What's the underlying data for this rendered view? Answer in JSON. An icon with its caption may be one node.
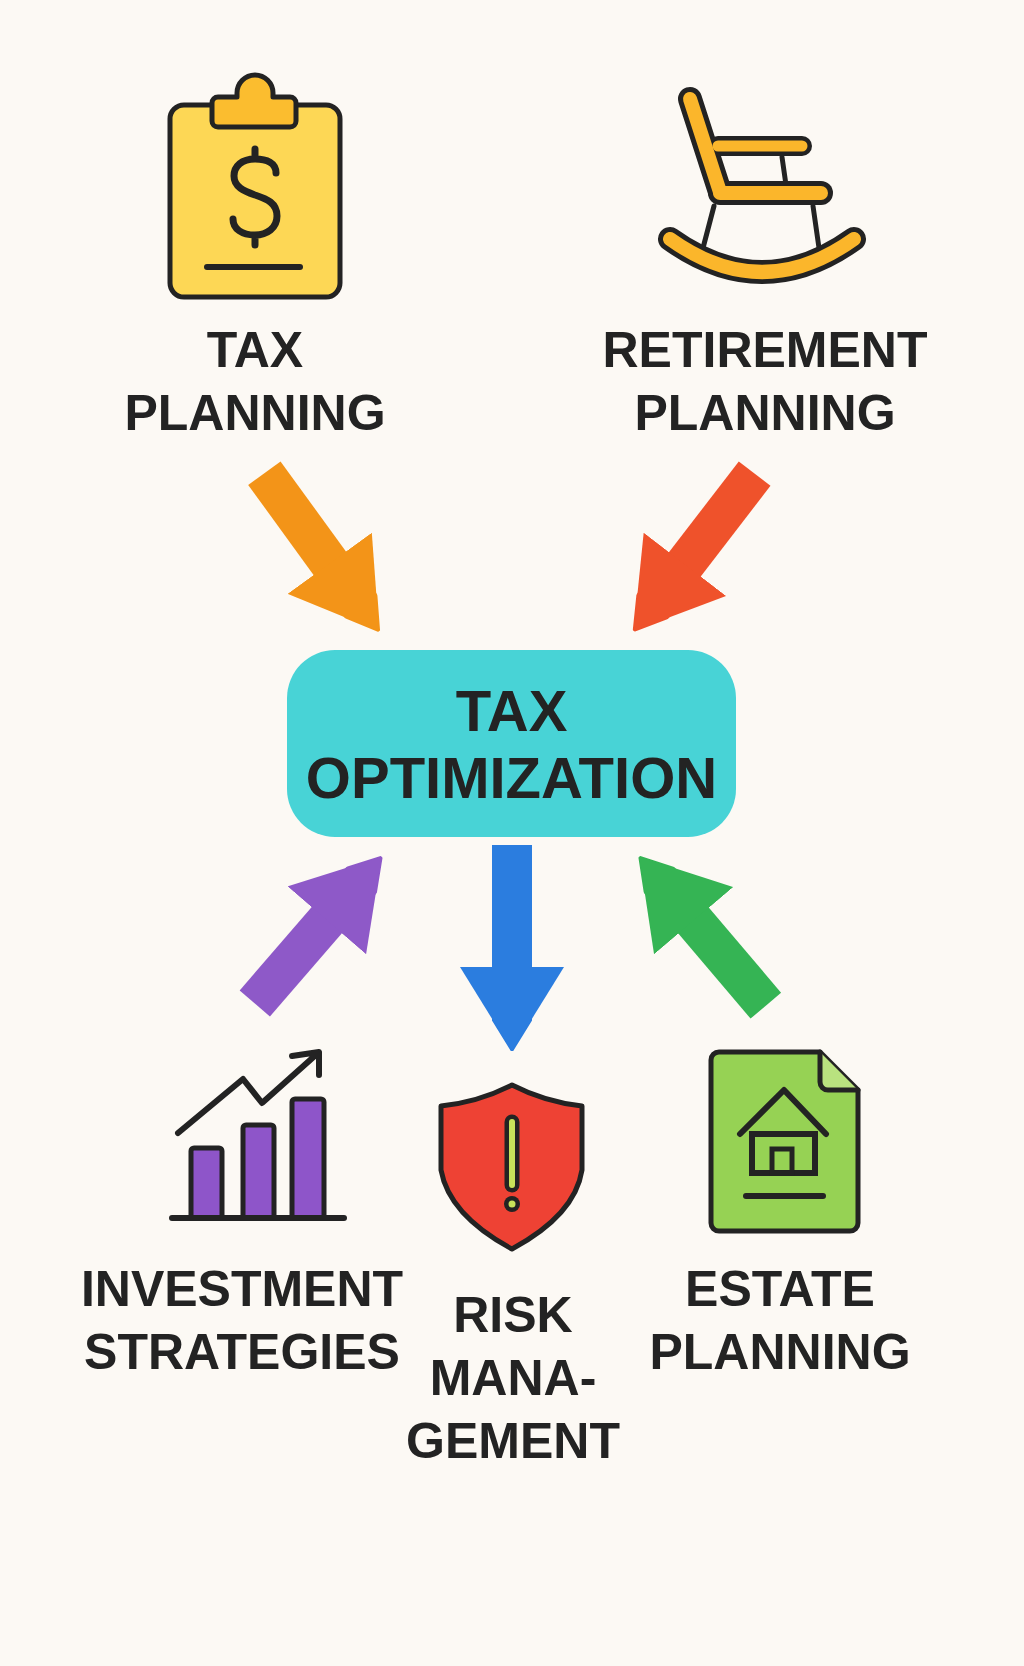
{
  "diagram": {
    "nodes": [
      {
        "text": [
          "TAX PLANNING"
        ]
      },
      {
        "text": [
          "RETIREMENT PLANNING"
        ]
      },
      {
        "text": [
          "TAX OPTIMIZATION"
        ]
      },
      {
        "text": [
          "INVESTMENT STRATEGIES"
        ]
      },
      {
        "text": [
          "RISK MANA- GEMENT"
        ]
      },
      {
        "text": [
          "ESTATE PLANNING"
        ]
      }
    ],
    "edges": [
      {
        "from": 0,
        "to": 2,
        "arrow": "to",
        "color": "#f39418"
      },
      {
        "from": 1,
        "to": 2,
        "arrow": "to",
        "color": "#ef522b"
      },
      {
        "from": 3,
        "to": 2,
        "arrow": "to",
        "color": "#8e59c8"
      },
      {
        "from": 2,
        "to": 4,
        "arrow": "to",
        "color": "#2b7ddf"
      },
      {
        "from": 5,
        "to": 2,
        "arrow": "to",
        "color": "#35b454"
      }
    ]
  }
}
